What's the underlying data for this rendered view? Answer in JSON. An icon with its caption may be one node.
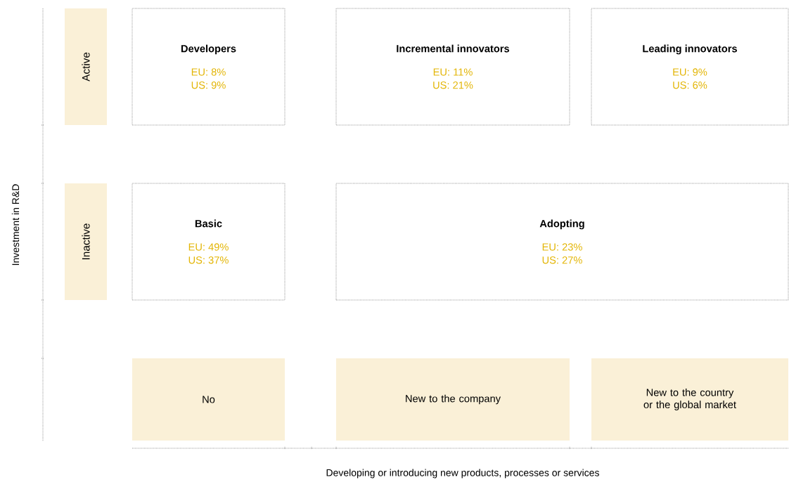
{
  "diagram": {
    "nodes": [
      {
        "text": [
          "Active"
        ]
      },
      {
        "text": [
          "Developers",
          "EU: 8%",
          "US: 9%"
        ]
      },
      {
        "text": [
          "Incremental innovators",
          "EU: 11%",
          "US: 21%"
        ]
      },
      {
        "text": [
          "Leading innovators",
          "EU: 9%",
          "US: 6%"
        ]
      },
      {
        "text": [
          "Inactive"
        ]
      },
      {
        "text": [
          "Basic",
          "EU: 49%",
          "US: 37%"
        ]
      },
      {
        "text": [
          "Adopting",
          "EU: 23%",
          "US: 27%"
        ]
      },
      {
        "text": [
          "No"
        ]
      },
      {
        "text": [
          "New to the company"
        ]
      },
      {
        "text": [
          "New to the country or the global market"
        ]
      }
    ],
    "labels": [
      "Investment in R&D",
      "Developing or introducing new products, processes or services"
    ]
  }
}
